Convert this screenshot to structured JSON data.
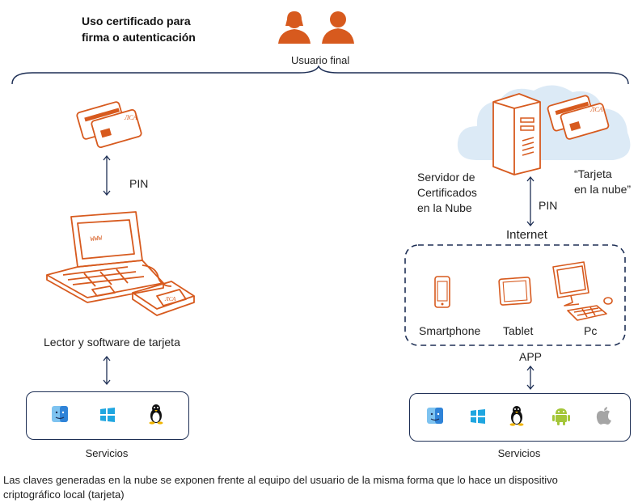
{
  "title": {
    "line1": "Uso certificado para",
    "line2": "firma o autenticación"
  },
  "end_user_label": "Usuario final",
  "left": {
    "pin_label": "PIN",
    "reader_label": "Lector y software de tarjeta",
    "services_label": "Servicios",
    "services_icons": [
      "finder-icon",
      "windows-icon",
      "linux-icon"
    ]
  },
  "right": {
    "server_label": {
      "line1": "Servidor de",
      "line2": "Certificados",
      "line3": "en la Nube"
    },
    "cloud_card_label": {
      "line1": "“Tarjeta",
      "line2": "en la nube”"
    },
    "pin_label": "PIN",
    "internet_label": "Internet",
    "devices": {
      "smartphone": "Smartphone",
      "tablet": "Tablet",
      "pc": "Pc"
    },
    "app_label": "APP",
    "services_label": "Servicios",
    "services_icons": [
      "finder-icon",
      "windows-icon",
      "linux-icon",
      "android-icon",
      "apple-icon"
    ]
  },
  "footnote": {
    "line1": "Las claves generadas en la nube se exponen frente al equipo del usuario de la misma forma que lo hace un dispositivo",
    "line2": "criptográfico local (tarjeta)"
  },
  "colors": {
    "accent": "#d75a1e",
    "dark": "#1e2f55",
    "cloud": "#dceaf6",
    "windows": "#1fa6e0",
    "android": "#a4c639"
  }
}
